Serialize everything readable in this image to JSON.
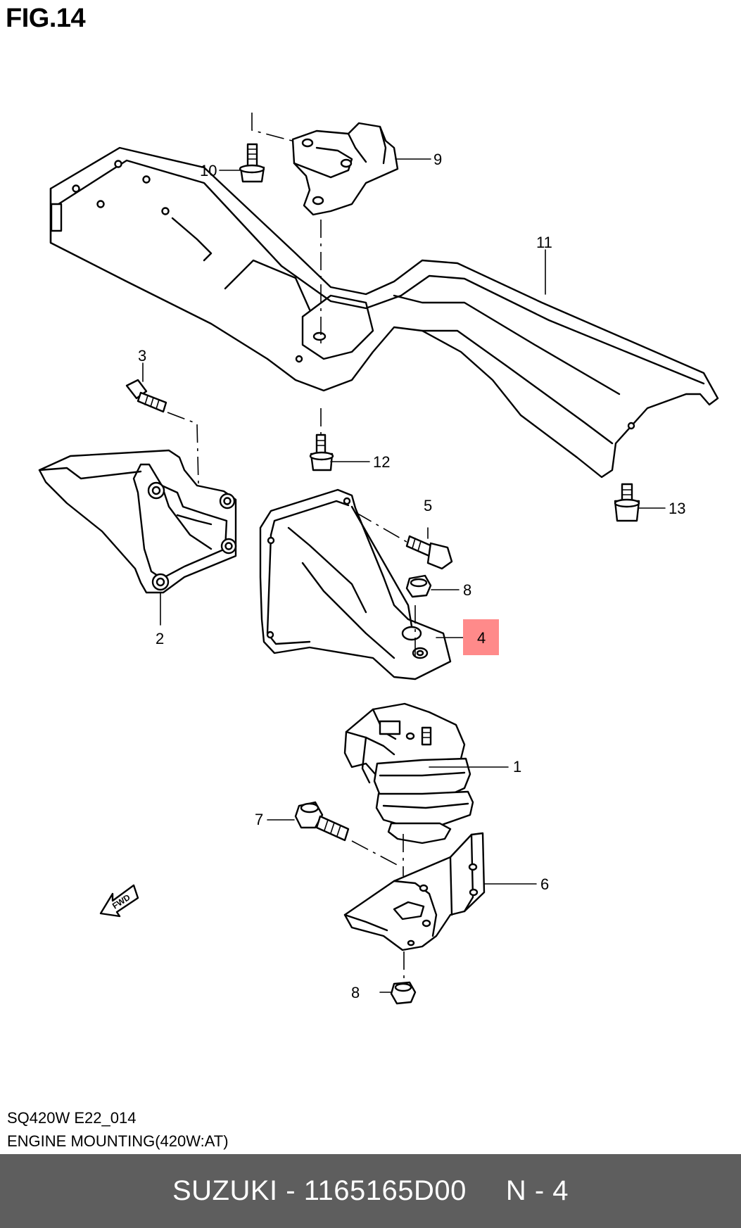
{
  "figure": {
    "title": "FIG.14"
  },
  "callouts": [
    {
      "id": "1",
      "label": "1"
    },
    {
      "id": "2",
      "label": "2"
    },
    {
      "id": "3",
      "label": "3"
    },
    {
      "id": "4",
      "label": "4",
      "highlighted": true
    },
    {
      "id": "5",
      "label": "5"
    },
    {
      "id": "6",
      "label": "6"
    },
    {
      "id": "7",
      "label": "7"
    },
    {
      "id": "8a",
      "label": "8"
    },
    {
      "id": "8b",
      "label": "8"
    },
    {
      "id": "9",
      "label": "9"
    },
    {
      "id": "10",
      "label": "10"
    },
    {
      "id": "11",
      "label": "11"
    },
    {
      "id": "12",
      "label": "12"
    },
    {
      "id": "13",
      "label": "13"
    }
  ],
  "direction_arrow": {
    "label": "FWD",
    "icon": "fwd-arrow-icon"
  },
  "footer": {
    "code": "SQ420W E22_014",
    "description": "ENGINE MOUNTING(420W:AT)"
  },
  "bottom_bar": {
    "part_text": "SUZUKI - 1165165D00",
    "page_text": "N - 4",
    "background": "#5e5e5e"
  },
  "colors": {
    "highlight": "#ff8a8a"
  }
}
